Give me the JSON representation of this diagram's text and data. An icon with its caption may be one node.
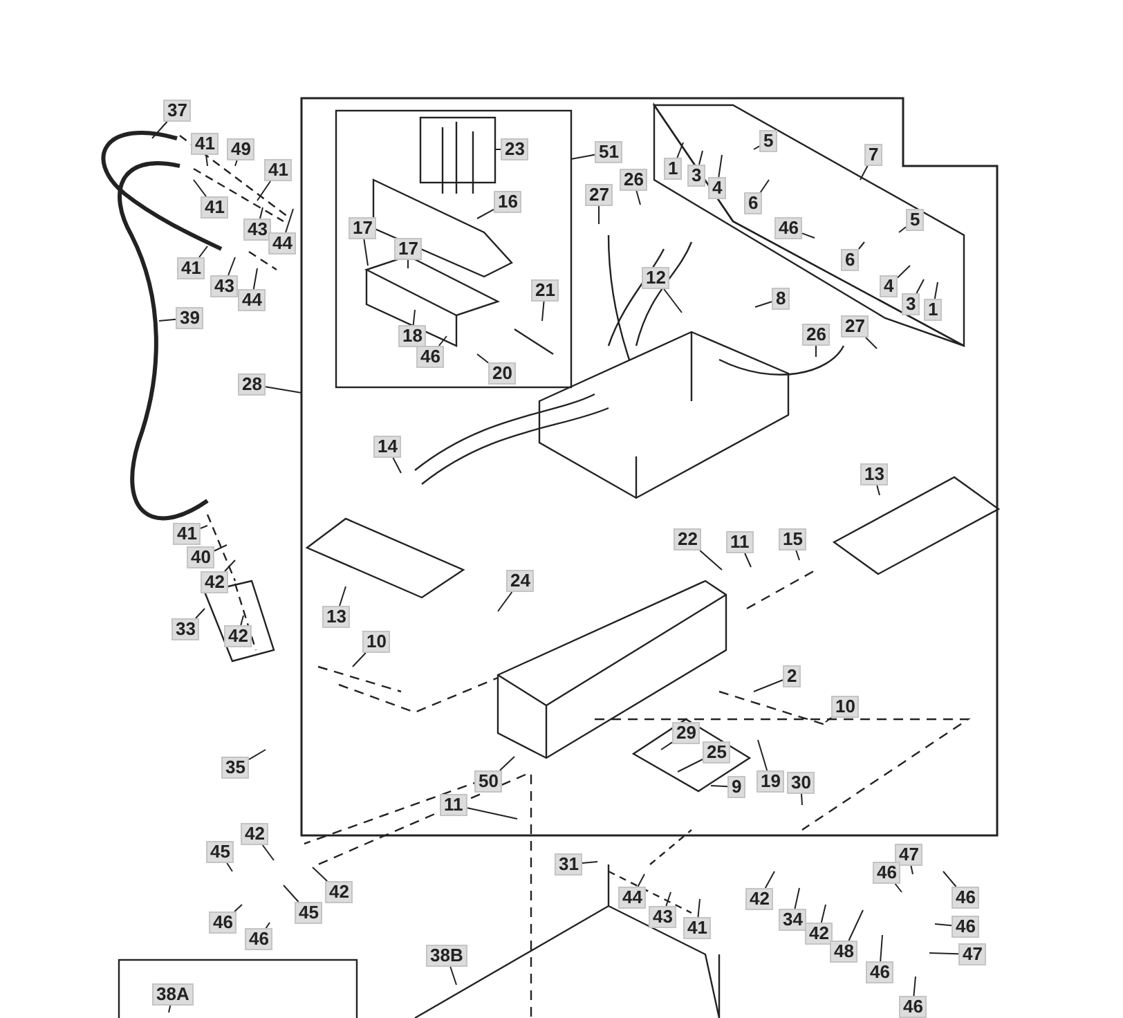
{
  "diagram": {
    "nodes": [
      {
        "text": [
          "37"
        ]
      },
      {
        "text": [
          "41"
        ]
      },
      {
        "text": [
          "49"
        ]
      },
      {
        "text": [
          "41"
        ]
      },
      {
        "text": [
          "41"
        ]
      },
      {
        "text": [
          "43"
        ]
      },
      {
        "text": [
          "44"
        ]
      },
      {
        "text": [
          "41"
        ]
      },
      {
        "text": [
          "43"
        ]
      },
      {
        "text": [
          "44"
        ]
      },
      {
        "text": [
          "39"
        ]
      },
      {
        "text": [
          "28"
        ]
      },
      {
        "text": [
          "23"
        ]
      },
      {
        "text": [
          "51"
        ]
      },
      {
        "text": [
          "16"
        ]
      },
      {
        "text": [
          "17"
        ]
      },
      {
        "text": [
          "17"
        ]
      },
      {
        "text": [
          "18"
        ]
      },
      {
        "text": [
          "46"
        ]
      },
      {
        "text": [
          "20"
        ]
      },
      {
        "text": [
          "21"
        ]
      },
      {
        "text": [
          "27"
        ]
      },
      {
        "text": [
          "26"
        ]
      },
      {
        "text": [
          "12"
        ]
      },
      {
        "text": [
          "1"
        ]
      },
      {
        "text": [
          "3"
        ]
      },
      {
        "text": [
          "4"
        ]
      },
      {
        "text": [
          "5"
        ]
      },
      {
        "text": [
          "7"
        ]
      },
      {
        "text": [
          "6"
        ]
      },
      {
        "text": [
          "46"
        ]
      },
      {
        "text": [
          "6"
        ]
      },
      {
        "text": [
          "5"
        ]
      },
      {
        "text": [
          "4"
        ]
      },
      {
        "text": [
          "3"
        ]
      },
      {
        "text": [
          "1"
        ]
      },
      {
        "text": [
          "8"
        ]
      },
      {
        "text": [
          "27"
        ]
      },
      {
        "text": [
          "26"
        ]
      },
      {
        "text": [
          "14"
        ]
      },
      {
        "text": [
          "13"
        ]
      },
      {
        "text": [
          "22"
        ]
      },
      {
        "text": [
          "11"
        ]
      },
      {
        "text": [
          "15"
        ]
      },
      {
        "text": [
          "13"
        ]
      },
      {
        "text": [
          "24"
        ]
      },
      {
        "text": [
          "10"
        ]
      },
      {
        "text": [
          "2"
        ]
      },
      {
        "text": [
          "10"
        ]
      },
      {
        "text": [
          "29"
        ]
      },
      {
        "text": [
          "25"
        ]
      },
      {
        "text": [
          "9"
        ]
      },
      {
        "text": [
          "19"
        ]
      },
      {
        "text": [
          "30"
        ]
      },
      {
        "text": [
          "50"
        ]
      },
      {
        "text": [
          "11"
        ]
      },
      {
        "text": [
          "35"
        ]
      },
      {
        "text": [
          "42"
        ]
      },
      {
        "text": [
          "45"
        ]
      },
      {
        "text": [
          "46"
        ]
      },
      {
        "text": [
          "45"
        ]
      },
      {
        "text": [
          "46"
        ]
      },
      {
        "text": [
          "42"
        ]
      },
      {
        "text": [
          "33"
        ]
      },
      {
        "text": [
          "42"
        ]
      },
      {
        "text": [
          "41"
        ]
      },
      {
        "text": [
          "40"
        ]
      },
      {
        "text": [
          "42"
        ]
      },
      {
        "text": [
          "31"
        ]
      },
      {
        "text": [
          "44"
        ]
      },
      {
        "text": [
          "43"
        ]
      },
      {
        "text": [
          "41"
        ]
      },
      {
        "text": [
          "42"
        ]
      },
      {
        "text": [
          "34"
        ]
      },
      {
        "text": [
          "42"
        ]
      },
      {
        "text": [
          "48"
        ]
      },
      {
        "text": [
          "46"
        ]
      },
      {
        "text": [
          "47"
        ]
      },
      {
        "text": [
          "46"
        ]
      },
      {
        "text": [
          "46"
        ]
      },
      {
        "text": [
          "46"
        ]
      },
      {
        "text": [
          "47"
        ]
      },
      {
        "text": [
          "46"
        ]
      },
      {
        "text": [
          "38B"
        ]
      },
      {
        "text": [
          "38A"
        ]
      }
    ],
    "edges": [
      {
        "from": 0,
        "to": null,
        "arrow": "none"
      },
      {
        "from": 1,
        "to": null,
        "arrow": "none"
      },
      {
        "from": 2,
        "to": null,
        "arrow": "none"
      },
      {
        "from": 3,
        "to": null,
        "arrow": "none"
      },
      {
        "from": 4,
        "to": null,
        "arrow": "none"
      },
      {
        "from": 5,
        "to": null,
        "arrow": "none"
      },
      {
        "from": 6,
        "to": null,
        "arrow": "none"
      },
      {
        "from": 7,
        "to": null,
        "arrow": "none"
      },
      {
        "from": 8,
        "to": null,
        "arrow": "none"
      },
      {
        "from": 9,
        "to": null,
        "arrow": "none"
      },
      {
        "from": 10,
        "to": null,
        "arrow": "none"
      },
      {
        "from": 11,
        "to": null,
        "arrow": "none"
      },
      {
        "from": 12,
        "to": null,
        "arrow": "none"
      },
      {
        "from": 13,
        "to": null,
        "arrow": "none"
      },
      {
        "from": 14,
        "to": null,
        "arrow": "none"
      },
      {
        "from": 15,
        "to": null,
        "arrow": "none"
      },
      {
        "from": 16,
        "to": null,
        "arrow": "none"
      },
      {
        "from": 17,
        "to": null,
        "arrow": "none"
      },
      {
        "from": 18,
        "to": null,
        "arrow": "none"
      },
      {
        "from": 19,
        "to": null,
        "arrow": "none"
      },
      {
        "from": 20,
        "to": null,
        "arrow": "none"
      },
      {
        "from": 21,
        "to": null,
        "arrow": "none"
      },
      {
        "from": 22,
        "to": null,
        "arrow": "none"
      },
      {
        "from": 23,
        "to": null,
        "arrow": "none"
      },
      {
        "from": 24,
        "to": null,
        "arrow": "none"
      },
      {
        "from": 25,
        "to": null,
        "arrow": "none"
      },
      {
        "from": 26,
        "to": null,
        "arrow": "none"
      },
      {
        "from": 27,
        "to": null,
        "arrow": "none"
      },
      {
        "from": 28,
        "to": null,
        "arrow": "none"
      },
      {
        "from": 29,
        "to": null,
        "arrow": "none"
      },
      {
        "from": 30,
        "to": null,
        "arrow": "none"
      },
      {
        "from": 31,
        "to": null,
        "arrow": "none"
      },
      {
        "from": 32,
        "to": null,
        "arrow": "none"
      },
      {
        "from": 33,
        "to": null,
        "arrow": "none"
      },
      {
        "from": 34,
        "to": null,
        "arrow": "none"
      },
      {
        "from": 35,
        "to": null,
        "arrow": "none"
      },
      {
        "from": 36,
        "to": null,
        "arrow": "none"
      },
      {
        "from": 37,
        "to": null,
        "arrow": "none"
      },
      {
        "from": 38,
        "to": null,
        "arrow": "none"
      },
      {
        "from": 39,
        "to": null,
        "arrow": "none"
      },
      {
        "from": 40,
        "to": null,
        "arrow": "none"
      },
      {
        "from": 41,
        "to": null,
        "arrow": "none"
      },
      {
        "from": 42,
        "to": null,
        "arrow": "none"
      },
      {
        "from": 43,
        "to": null,
        "arrow": "none"
      },
      {
        "from": 44,
        "to": null,
        "arrow": "none"
      },
      {
        "from": 45,
        "to": null,
        "arrow": "none"
      },
      {
        "from": 46,
        "to": null,
        "arrow": "none"
      },
      {
        "from": 47,
        "to": null,
        "arrow": "none"
      },
      {
        "from": 48,
        "to": null,
        "arrow": "none"
      },
      {
        "from": 49,
        "to": null,
        "arrow": "none"
      },
      {
        "from": 50,
        "to": null,
        "arrow": "none"
      },
      {
        "from": 51,
        "to": null,
        "arrow": "none"
      },
      {
        "from": 52,
        "to": null,
        "arrow": "none"
      },
      {
        "from": 53,
        "to": null,
        "arrow": "none"
      },
      {
        "from": 54,
        "to": null,
        "arrow": "none"
      },
      {
        "from": 55,
        "to": null,
        "arrow": "none"
      },
      {
        "from": 56,
        "to": null,
        "arrow": "none"
      },
      {
        "from": 57,
        "to": null,
        "arrow": "none"
      },
      {
        "from": 58,
        "to": null,
        "arrow": "none"
      },
      {
        "from": 59,
        "to": null,
        "arrow": "none"
      },
      {
        "from": 60,
        "to": null,
        "arrow": "none"
      },
      {
        "from": 61,
        "to": null,
        "arrow": "none"
      },
      {
        "from": 62,
        "to": null,
        "arrow": "none"
      },
      {
        "from": 63,
        "to": null,
        "arrow": "none"
      },
      {
        "from": 64,
        "to": null,
        "arrow": "none"
      },
      {
        "from": 65,
        "to": null,
        "arrow": "none"
      },
      {
        "from": 66,
        "to": null,
        "arrow": "none"
      },
      {
        "from": 67,
        "to": null,
        "arrow": "none"
      },
      {
        "from": 68,
        "to": null,
        "arrow": "none"
      },
      {
        "from": 69,
        "to": null,
        "arrow": "none"
      },
      {
        "from": 70,
        "to": null,
        "arrow": "none"
      },
      {
        "from": 71,
        "to": null,
        "arrow": "none"
      },
      {
        "from": 72,
        "to": null,
        "arrow": "none"
      },
      {
        "from": 73,
        "to": null,
        "arrow": "none"
      },
      {
        "from": 74,
        "to": null,
        "arrow": "none"
      },
      {
        "from": 75,
        "to": null,
        "arrow": "none"
      },
      {
        "from": 76,
        "to": null,
        "arrow": "none"
      },
      {
        "from": 77,
        "to": null,
        "arrow": "none"
      },
      {
        "from": 78,
        "to": null,
        "arrow": "none"
      },
      {
        "from": 79,
        "to": null,
        "arrow": "none"
      },
      {
        "from": 80,
        "to": null,
        "arrow": "none"
      },
      {
        "from": 81,
        "to": null,
        "arrow": "none"
      },
      {
        "from": 82,
        "to": null,
        "arrow": "none"
      },
      {
        "from": 83,
        "to": null,
        "arrow": "none"
      },
      {
        "from": 84,
        "to": null,
        "arrow": "none"
      }
    ]
  }
}
